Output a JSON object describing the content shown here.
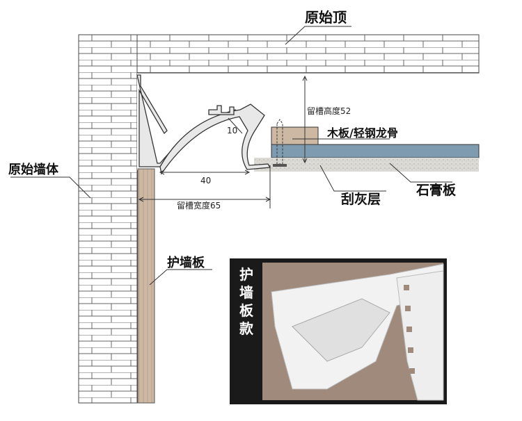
{
  "labels": {
    "ceiling": "原始顶",
    "wall": "原始墙体",
    "slot_height": "留槽高度52",
    "wood_keel": "木板/轻钢龙骨",
    "gypsum": "石膏板",
    "plaster": "刮灰层",
    "dim_40": "40",
    "slot_width": "留槽宽度65",
    "dim_10": "10",
    "wall_panel": "护墙板"
  },
  "photo": {
    "caption_chars": [
      "护",
      "墙",
      "板",
      "款"
    ]
  },
  "colors": {
    "brick_line": "#555555",
    "wood": "#c9b5a0",
    "gypsum": "#7f9bb0",
    "plaster": "#d8d6d0",
    "profile": "#e8e8e8",
    "photo_frame": "#1a1a1a"
  }
}
